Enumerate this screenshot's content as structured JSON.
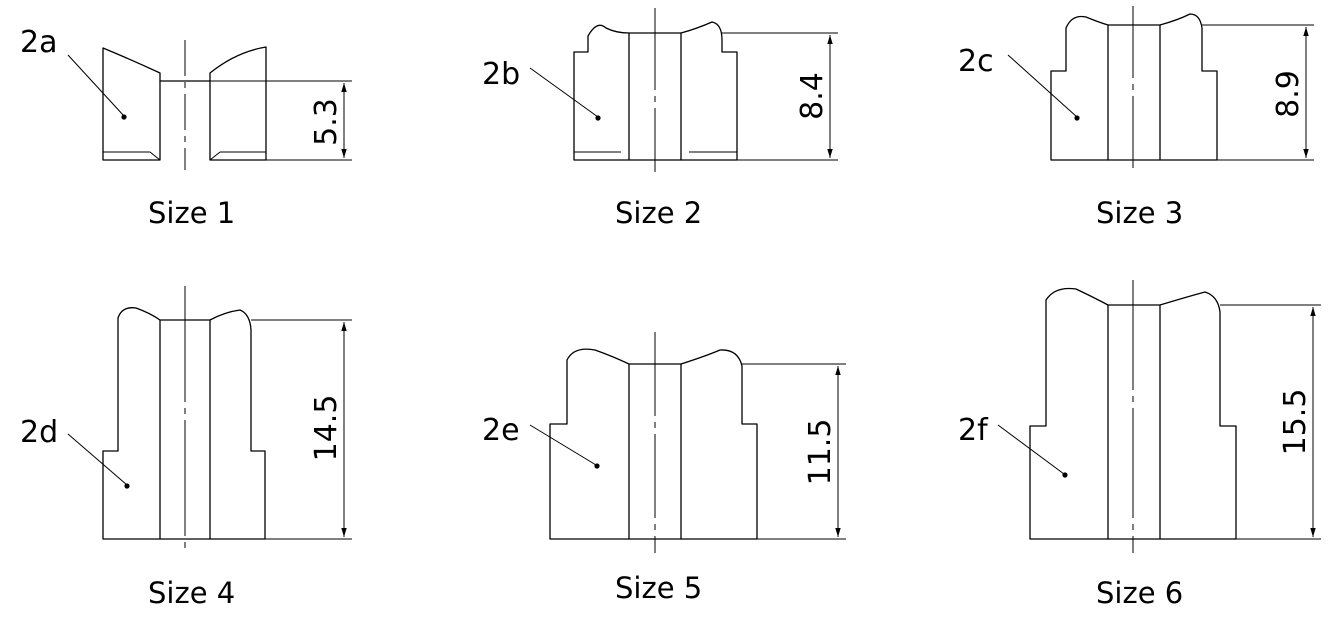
{
  "parts": [
    {
      "id": "size1",
      "callout": "2a",
      "caption": "Size 1",
      "dimension": "5.3"
    },
    {
      "id": "size2",
      "callout": "2b",
      "caption": "Size 2",
      "dimension": "8.4"
    },
    {
      "id": "size3",
      "callout": "2c",
      "caption": "Size 3",
      "dimension": "8.9"
    },
    {
      "id": "size4",
      "callout": "2d",
      "caption": "Size 4",
      "dimension": "14.5"
    },
    {
      "id": "size5",
      "callout": "2e",
      "caption": "Size 5",
      "dimension": "11.5"
    },
    {
      "id": "size6",
      "callout": "2f",
      "caption": "Size 6",
      "dimension": "15.5"
    }
  ]
}
